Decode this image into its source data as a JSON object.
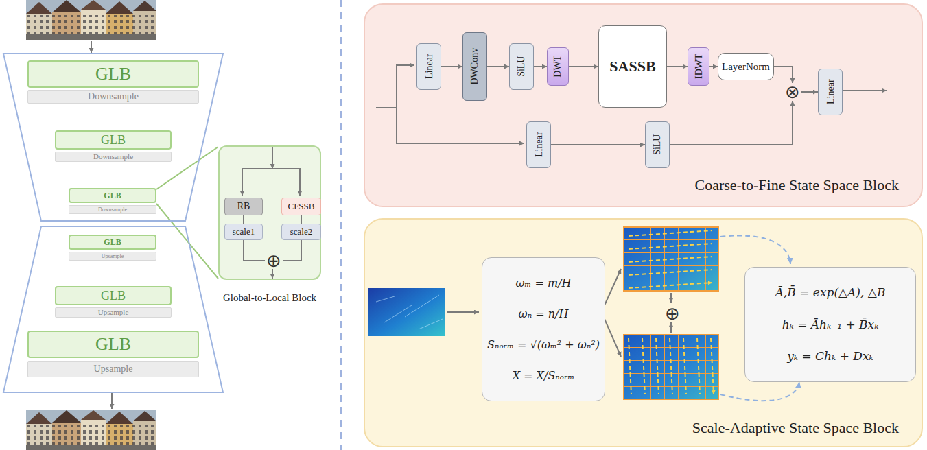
{
  "diagram": {
    "nodes": [
      {
        "text": [
          "GLB"
        ]
      },
      {
        "text": [
          "Downsample"
        ]
      },
      {
        "text": [
          "GLB"
        ]
      },
      {
        "text": [
          "Downsample"
        ]
      },
      {
        "text": [
          "GLB"
        ]
      },
      {
        "text": [
          "Downsample"
        ]
      },
      {
        "text": [
          "GLB"
        ]
      },
      {
        "text": [
          "Upsample"
        ]
      },
      {
        "text": [
          "GLB"
        ]
      },
      {
        "text": [
          "Upsample"
        ]
      },
      {
        "text": [
          "GLB"
        ]
      },
      {
        "text": [
          "Upsample"
        ]
      },
      {
        "text": [
          "Global-to-Local Block"
        ]
      },
      {
        "text": [
          "RB"
        ],
        "in": 12
      },
      {
        "text": [
          "CFSSB"
        ],
        "in": 12
      },
      {
        "text": [
          "scale1"
        ],
        "in": 12
      },
      {
        "text": [
          "scale2"
        ],
        "in": 12
      },
      {
        "text": [
          "⊕"
        ],
        "in": 12
      },
      {
        "text": [
          "Coarse-to-Fine State Space Block"
        ]
      },
      {
        "text": [
          "Linear"
        ],
        "in": 18
      },
      {
        "text": [
          "DWConv"
        ],
        "in": 18
      },
      {
        "text": [
          "SiLU"
        ],
        "in": 18
      },
      {
        "text": [
          "DWT"
        ],
        "in": 18
      },
      {
        "text": [
          "SASSB"
        ],
        "in": 18
      },
      {
        "text": [
          "IDWT"
        ],
        "in": 18
      },
      {
        "text": [
          "LayerNorm"
        ],
        "in": 18
      },
      {
        "text": [
          "⊗"
        ],
        "in": 18
      },
      {
        "text": [
          "Linear"
        ],
        "in": 18
      },
      {
        "text": [
          "Linear"
        ],
        "in": 18
      },
      {
        "text": [
          "SiLU"
        ],
        "in": 18
      },
      {
        "text": [
          "Scale-Adaptive State Space Block"
        ]
      },
      {
        "text": [
          "ωₘ = m/H",
          "ωₙ = n/H",
          "Sₙₒᵣₘ = √(ωₘ² + ωₙ²)",
          "X = X/Sₙₒᵣₘ"
        ],
        "in": 30
      },
      {
        "text": [
          "⊕"
        ],
        "in": 30
      },
      {
        "text": [
          "Ā,B̄ = exp(△A), △B",
          "hₖ = Āhₖ₋₁ + B̄xₖ",
          "yₖ = Chₖ + Dxₖ"
        ],
        "in": 30
      }
    ],
    "edges": [
      {
        "from": 13,
        "to": 15,
        "arrow": "none"
      },
      {
        "from": 14,
        "to": 16,
        "arrow": "none"
      },
      {
        "from": 15,
        "to": 17,
        "arrow": "none"
      },
      {
        "from": 16,
        "to": 17,
        "arrow": "none"
      },
      {
        "from": 19,
        "to": 20,
        "arrow": "to"
      },
      {
        "from": 20,
        "to": 21,
        "arrow": "to"
      },
      {
        "from": 21,
        "to": 22,
        "arrow": "to"
      },
      {
        "from": 22,
        "to": 23,
        "arrow": "to"
      },
      {
        "from": 23,
        "to": 24,
        "arrow": "to"
      },
      {
        "from": 24,
        "to": 25,
        "arrow": "to"
      },
      {
        "from": 25,
        "to": 26,
        "arrow": "to"
      },
      {
        "from": 26,
        "to": 27,
        "arrow": "to"
      },
      {
        "from": 28,
        "to": 29,
        "arrow": "to"
      },
      {
        "from": 29,
        "to": 26,
        "arrow": "to"
      }
    ]
  }
}
